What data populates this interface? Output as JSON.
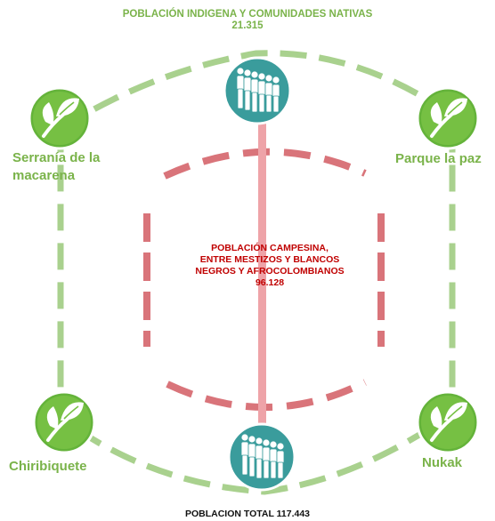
{
  "title": {
    "line1": "POBLACIÓN INDIGENA Y COMUNIDADES NATIVAS",
    "line2": "21.315"
  },
  "places": {
    "top_left_line1": "Serranía de la",
    "top_left_line2": "macarena",
    "top_right": "Parque la paz",
    "bottom_left": "Chiribiquete",
    "bottom_right": "Nukak"
  },
  "center": {
    "line1": "POBLACIÓN CAMPESINA,",
    "line2": "ENTRE MESTIZOS Y BLANCOS",
    "line3": "NEGROS Y AFROCOLOMBIANOS",
    "line4": "96.128"
  },
  "total": "POBLACION TOTAL 117.443",
  "icons": {
    "leaf": "leaf-icon",
    "people": "people-group-icon"
  },
  "colors": {
    "green": "#7ab34a",
    "light_green": "#a9d18e",
    "red": "#d9747a",
    "teal": "#3a9c9c",
    "pink_line": "#eea3a8"
  }
}
